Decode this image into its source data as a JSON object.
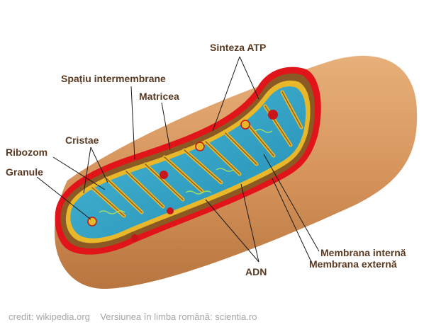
{
  "labels": {
    "sinteza_atp": "Sinteza ATP",
    "spatiu_intermembrane": "Spațiu intermembrane",
    "matricea": "Matricea",
    "cristae": "Cristae",
    "ribozom": "Ribozom",
    "granule": "Granule",
    "membrana_interna": "Membrana internă",
    "membrana_externa": "Membrana externă",
    "adn": "ADN"
  },
  "credit": "credit: wikipedia.org    Versiunea în limba română: scientia.ro",
  "colors": {
    "outer_body": "#d99a62",
    "outer_rim": "#e6b27e",
    "outer_membrane": "#e1141a",
    "intermembrane_space": "#8b5a24",
    "inner_membrane": "#e8b82a",
    "matrix": "#2a9ec0",
    "matrix_light": "#56c0dc",
    "ribosome": "#c8141a",
    "granule": "#e8b82a",
    "dna": "#b7e25a",
    "label_text": "#5a3a22",
    "credit_text": "#a7a7a7"
  }
}
